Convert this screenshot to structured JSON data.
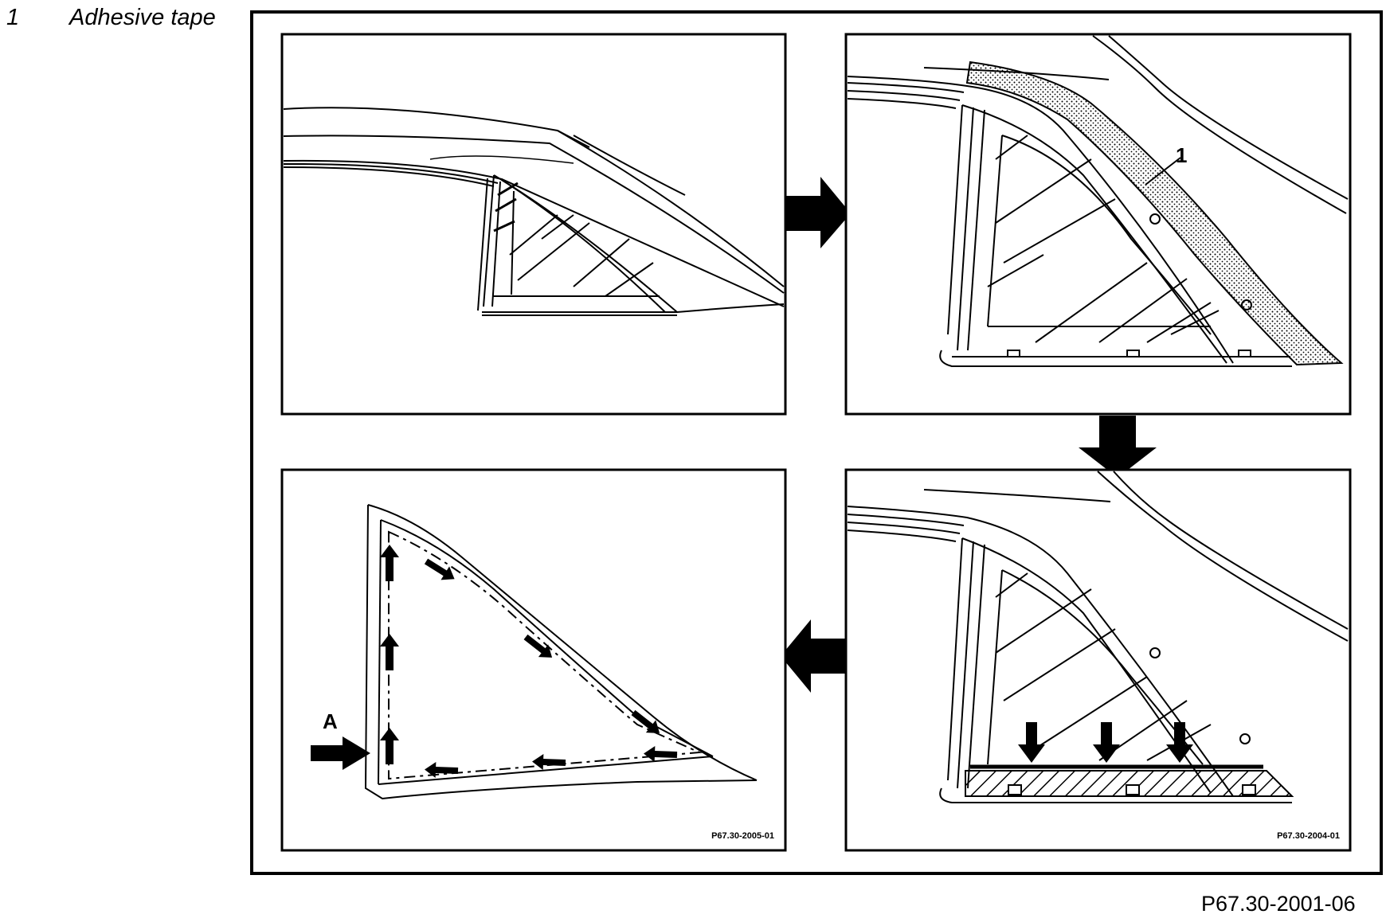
{
  "legend": {
    "item_number": "1",
    "item_text": "Adhesive tape"
  },
  "callouts": {
    "tape_label": "1",
    "view_label": "A"
  },
  "panel_codes": {
    "panel_3": "P67.30-2004-01",
    "panel_4": "P67.30-2005-01"
  },
  "figure_ref": "P67.30-2001-06",
  "colors": {
    "ink": "#000000",
    "paper": "#ffffff"
  },
  "icons": [
    "step-arrow-right",
    "step-arrow-down",
    "step-arrow-left",
    "press-arrow-down",
    "direction-arrow",
    "view-arrow"
  ]
}
